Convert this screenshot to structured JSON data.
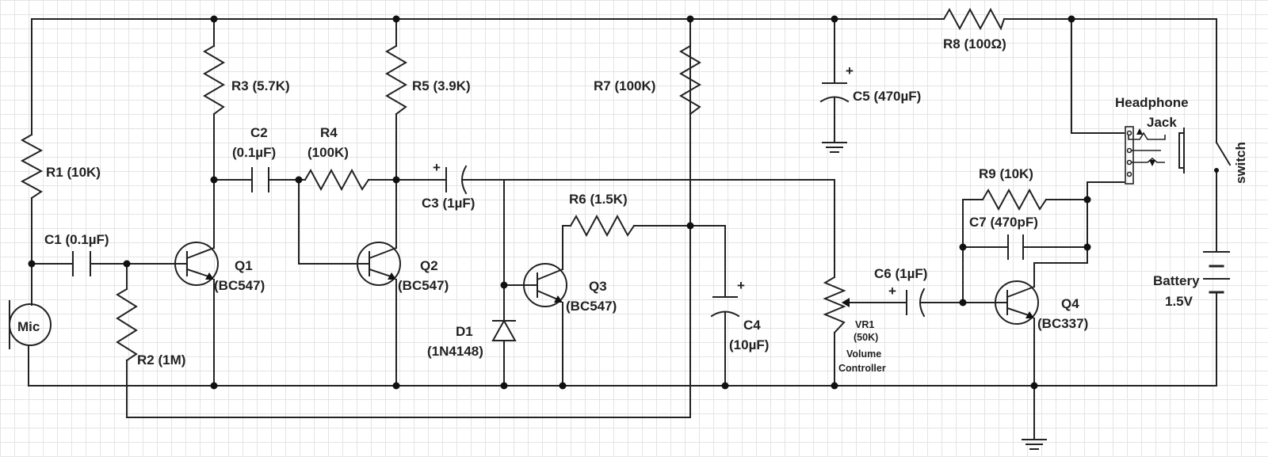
{
  "components": {
    "r1": {
      "name": "R1 (10K)"
    },
    "r2": {
      "name": "R2 (1M)"
    },
    "r3": {
      "name": "R3 (5.7K)"
    },
    "r4": {
      "name": "R4",
      "value": "(100K)"
    },
    "r5": {
      "name": "R5 (3.9K)"
    },
    "r6": {
      "name": "R6 (1.5K)"
    },
    "r7": {
      "name": "R7 (100K)"
    },
    "r8": {
      "name": "R8 (100Ω)"
    },
    "r9": {
      "name": "R9 (10K)"
    },
    "c1": {
      "name": "C1 (0.1µF)"
    },
    "c2": {
      "name": "C2",
      "value": "(0.1µF)"
    },
    "c3": {
      "name": "C3 (1µF)"
    },
    "c4": {
      "name": "C4",
      "value": "(10µF)"
    },
    "c5": {
      "name": "C5 (470µF)"
    },
    "c6": {
      "name": "C6 (1µF)"
    },
    "c7": {
      "name": "C7 (470pF)"
    },
    "q1": {
      "name": "Q1",
      "type": "(BC547)"
    },
    "q2": {
      "name": "Q2",
      "type": "(BC547)"
    },
    "q3": {
      "name": "Q3",
      "type": "(BC547)"
    },
    "q4": {
      "name": "Q4",
      "type": "(BC337)"
    },
    "d1": {
      "name": "D1",
      "type": "(1N4148)"
    },
    "vr1": {
      "name": "VR1",
      "value": "(50K)",
      "desc1": "Volume",
      "desc2": "Controller"
    },
    "mic": {
      "name": "Mic"
    },
    "jack": {
      "line1": "Headphone",
      "line2": "Jack"
    },
    "battery": {
      "line1": "Battery",
      "line2": "1.5V"
    },
    "switch": {
      "name": "switch"
    }
  },
  "polarity_mark": "+"
}
